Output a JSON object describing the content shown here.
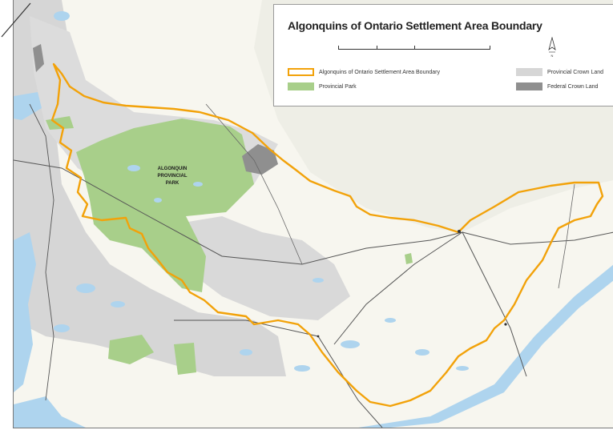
{
  "legend": {
    "title": "Algonquins of Ontario Settlement Area Boundary",
    "items": [
      {
        "label": "Algonquins of Ontario Settlement Area Boundary",
        "color": "#f2a20a",
        "style": "outline"
      },
      {
        "label": "Provincial Park",
        "color": "#a8cf8a",
        "style": "fill"
      },
      {
        "label": "Provincial Crown Land",
        "color": "#d6d6d6",
        "style": "fill"
      },
      {
        "label": "Federal Crown Land",
        "color": "#8f8f8f",
        "style": "fill"
      }
    ]
  },
  "map": {
    "park_label_lines": [
      "ALGONQUIN",
      "PROVINCIAL",
      "PARK"
    ],
    "colors": {
      "water": "#aed4ee",
      "crown_land": "#d6d6d6",
      "park": "#a8cf8a",
      "federal": "#8f8f8f",
      "boundary": "#f2a20a",
      "background": "#f7f6ef"
    }
  }
}
